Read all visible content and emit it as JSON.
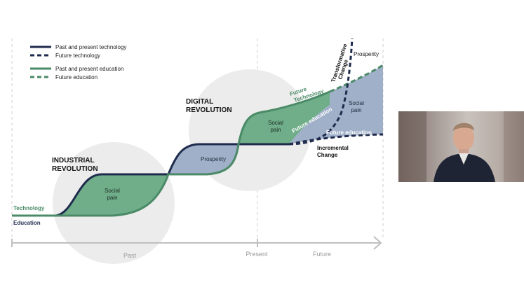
{
  "legend": {
    "past_present_technology": "Past and present technology",
    "future_technology": "Future technology",
    "past_present_education": "Past and present education",
    "future_education": "Future education"
  },
  "labels": {
    "industrial_revolution": [
      "INDUSTRIAL",
      "REVOLUTION"
    ],
    "digital_revolution": [
      "DIGITAL",
      "REVOLUTION"
    ],
    "social_pain": [
      "Social",
      "pain"
    ],
    "prosperity": "Prosperity",
    "technology": "Technology",
    "education": "Education",
    "future_technology_curve": [
      "Future",
      "Technology"
    ],
    "future_education_curve": "Future education",
    "transformative_change": [
      "Transformative",
      "Change"
    ],
    "incremental_change": [
      "Incremental",
      "Change"
    ]
  },
  "axis": {
    "past": "Past",
    "present": "Present",
    "future": "Future"
  },
  "colors": {
    "technology": "#1f2b4d",
    "education": "#4a8a66",
    "green_fill": "#6fae89",
    "blue_fill": "#9fb0c8",
    "circle": "#ececec",
    "axis": "#bfbfbf"
  },
  "video_tile": {
    "description": "presenter webcam feed"
  }
}
